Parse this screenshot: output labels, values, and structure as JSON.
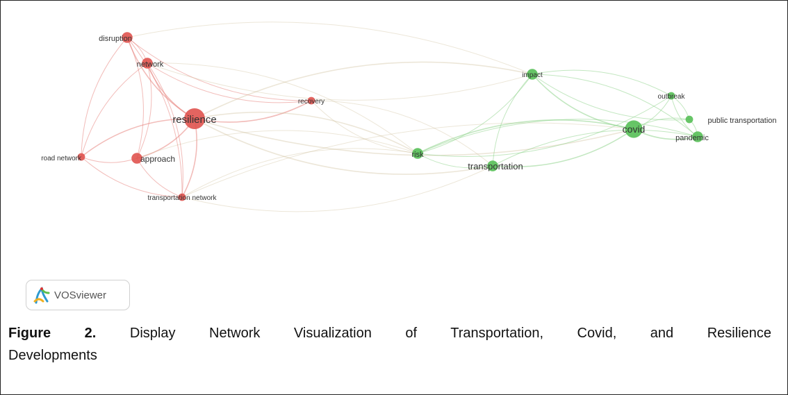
{
  "figure": {
    "label": "Figure 2.",
    "caption_line1": "Display Network Visualization of Transportation, Covid, and Resilience",
    "caption_line2": "Developments"
  },
  "logo": {
    "text": "VOSviewer",
    "icon": "vosviewer-logo-icon"
  },
  "clusters": {
    "red": "#e0534f",
    "green": "#57bf57",
    "red_edge": "#e8857f",
    "green_edge": "#8fd48c"
  },
  "nodes": [
    {
      "id": "disruption",
      "label": "disruption",
      "cluster": "red",
      "weight": 2
    },
    {
      "id": "network",
      "label": "network",
      "cluster": "red",
      "weight": 2
    },
    {
      "id": "resilience",
      "label": "resilience",
      "cluster": "red",
      "weight": 5
    },
    {
      "id": "recovery",
      "label": "recovery",
      "cluster": "red",
      "weight": 1
    },
    {
      "id": "road_network",
      "label": "road network",
      "cluster": "red",
      "weight": 1
    },
    {
      "id": "approach",
      "label": "approach",
      "cluster": "red",
      "weight": 2
    },
    {
      "id": "transportation_network",
      "label": "transportation network",
      "cluster": "red",
      "weight": 1
    },
    {
      "id": "impact",
      "label": "impact",
      "cluster": "green",
      "weight": 2
    },
    {
      "id": "risk",
      "label": "risk",
      "cluster": "green",
      "weight": 2
    },
    {
      "id": "transportation",
      "label": "transportation",
      "cluster": "green",
      "weight": 2
    },
    {
      "id": "outbreak",
      "label": "outbreak",
      "cluster": "green",
      "weight": 1
    },
    {
      "id": "public_transportation",
      "label": "public transportation",
      "cluster": "green",
      "weight": 1
    },
    {
      "id": "covid",
      "label": "covid",
      "cluster": "green",
      "weight": 4
    },
    {
      "id": "pandemic",
      "label": "pandemic",
      "cluster": "green",
      "weight": 2
    }
  ],
  "edges": [
    [
      "disruption",
      "network"
    ],
    [
      "disruption",
      "resilience"
    ],
    [
      "disruption",
      "approach"
    ],
    [
      "disruption",
      "road_network"
    ],
    [
      "disruption",
      "transportation_network"
    ],
    [
      "disruption",
      "recovery"
    ],
    [
      "disruption",
      "impact"
    ],
    [
      "network",
      "resilience"
    ],
    [
      "network",
      "approach"
    ],
    [
      "network",
      "road_network"
    ],
    [
      "network",
      "transportation_network"
    ],
    [
      "network",
      "recovery"
    ],
    [
      "network",
      "risk"
    ],
    [
      "network",
      "impact"
    ],
    [
      "resilience",
      "approach"
    ],
    [
      "resilience",
      "road_network"
    ],
    [
      "resilience",
      "transportation_network"
    ],
    [
      "resilience",
      "recovery"
    ],
    [
      "resilience",
      "risk"
    ],
    [
      "resilience",
      "transportation"
    ],
    [
      "resilience",
      "impact"
    ],
    [
      "resilience",
      "covid"
    ],
    [
      "approach",
      "road_network"
    ],
    [
      "approach",
      "transportation_network"
    ],
    [
      "approach",
      "risk"
    ],
    [
      "road_network",
      "transportation_network"
    ],
    [
      "transportation_network",
      "risk"
    ],
    [
      "transportation_network",
      "transportation"
    ],
    [
      "transportation_network",
      "covid"
    ],
    [
      "recovery",
      "risk"
    ],
    [
      "recovery",
      "transportation"
    ],
    [
      "risk",
      "impact"
    ],
    [
      "risk",
      "covid"
    ],
    [
      "risk",
      "transportation"
    ],
    [
      "risk",
      "pandemic"
    ],
    [
      "risk",
      "outbreak"
    ],
    [
      "transportation",
      "impact"
    ],
    [
      "transportation",
      "covid"
    ],
    [
      "transportation",
      "pandemic"
    ],
    [
      "impact",
      "covid"
    ],
    [
      "impact",
      "outbreak"
    ],
    [
      "impact",
      "public_transportation"
    ],
    [
      "impact",
      "pandemic"
    ],
    [
      "covid",
      "outbreak"
    ],
    [
      "covid",
      "public_transportation"
    ],
    [
      "covid",
      "pandemic"
    ],
    [
      "outbreak",
      "public_transportation"
    ],
    [
      "outbreak",
      "pandemic"
    ],
    [
      "public_transportation",
      "pandemic"
    ]
  ]
}
